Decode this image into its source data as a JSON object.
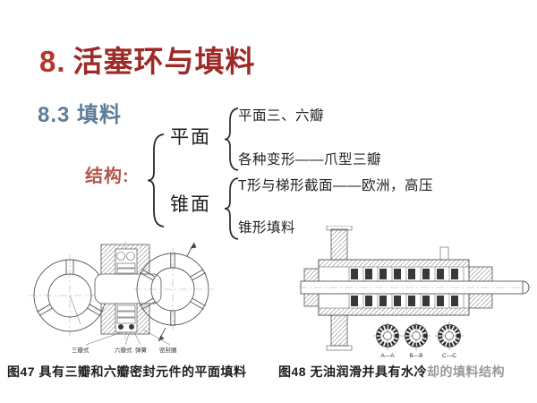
{
  "slide": {
    "title": {
      "number": "8.",
      "text": "活塞环与填料"
    },
    "section_heading": "8.3 填料",
    "tree": {
      "root_label": "结构:",
      "branches": [
        {
          "label": "平面",
          "children": [
            "平面三、六瓣",
            "各种变形——爪型三瓣"
          ]
        },
        {
          "label": "锥面",
          "children": [
            "T形与梯形截面——欧洲，高压",
            "锥形填料"
          ]
        }
      ]
    },
    "fig47": {
      "caption": "图47 具有三瓣和六瓣密封元件的平面填料",
      "part_labels": [
        "三瓣式",
        "六瓣式",
        "弹簧",
        "密封圈"
      ]
    },
    "fig48": {
      "caption_main": "图48 无油润滑并具有水冷",
      "caption_faded": "却的填料结构",
      "section_labels": [
        "A—A",
        "B—B",
        "C—C"
      ]
    },
    "colors": {
      "title_number": "#bb3329",
      "title_text": "#9e2a28",
      "section_heading": "#5d7d99",
      "tree_root": "#b2574f",
      "caption_faded": "#9a9a9a"
    }
  }
}
